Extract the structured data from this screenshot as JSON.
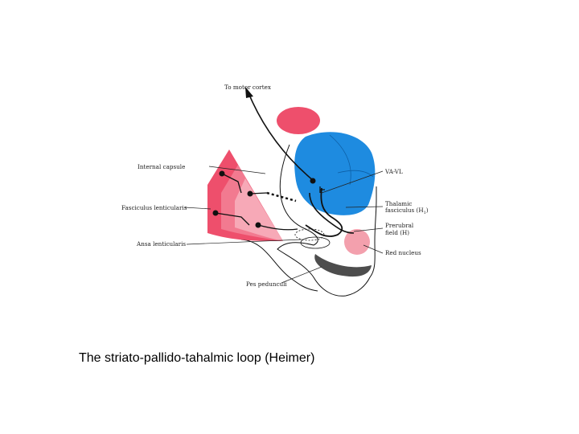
{
  "diagram": {
    "labels": {
      "motor_cortex": "To motor cortex",
      "internal_capsule": "Internal capsule",
      "fasciculus_lenticularis": "Fasciculus lenticularis",
      "ansa_lenticularis": "Ansa lenticularis",
      "pes_pedunculi": "Pes pedunculi",
      "va_vl": "VA-VL",
      "thalamic_fasciculus": "Thalamic fasciculus (H1)",
      "thalamic_fasciculus_line1": "Thalamic",
      "thalamic_fasciculus_line2": "fasciculus (H",
      "thalamic_fasciculus_sub": "1",
      "thalamic_fasciculus_close": ")",
      "prerubral_field": "Prerubral field (H)",
      "prerubral_line1": "Prerubral",
      "prerubral_line2": "field (H)",
      "red_nucleus": "Red nucleus"
    },
    "colors": {
      "blue": "#1e8be0",
      "red_dark": "#ee4f6c",
      "red_mid": "#f27a90",
      "pink_light": "#f7a9b7",
      "red_nucleus": "#f3a0ad",
      "gray": "#4d4d4d"
    }
  },
  "caption": "The striato-pallido-tahalmic loop (Heimer)"
}
